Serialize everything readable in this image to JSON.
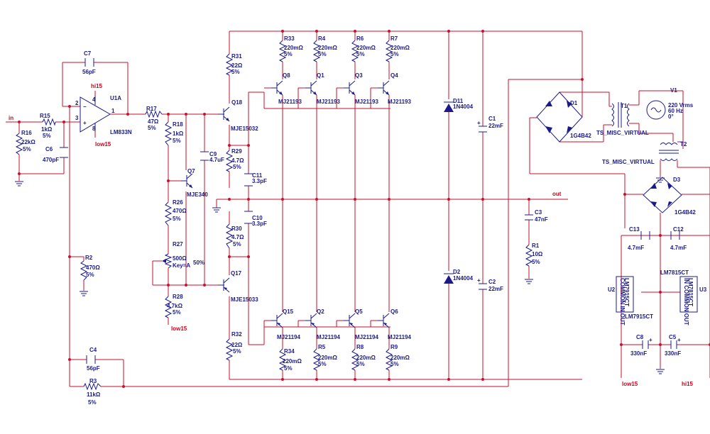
{
  "nets": {
    "in": "in",
    "out": "out",
    "hi15": "hi15",
    "low15": "low15"
  },
  "u1": {
    "ref": "U1A",
    "part": "LM833N",
    "pins": [
      "4",
      "3",
      "2",
      "8",
      "1"
    ]
  },
  "r15": {
    "ref": "R15",
    "value": "1kΩ",
    "tol": "5%"
  },
  "r16": {
    "ref": "R16",
    "value": "22kΩ",
    "tol": "5%"
  },
  "c6": {
    "ref": "C6",
    "value": "470pF"
  },
  "c7": {
    "ref": "C7",
    "value": "56pF"
  },
  "r17": {
    "ref": "R17",
    "value": "47Ω",
    "tol": "5%"
  },
  "r18": {
    "ref": "R18",
    "value": "1kΩ",
    "tol": "5%"
  },
  "q7": {
    "ref": "Q7",
    "part": "MJE340"
  },
  "c9": {
    "ref": "C9",
    "value": "4.7uF"
  },
  "r26": {
    "ref": "R26",
    "value": "470Ω",
    "tol": "5%"
  },
  "r27": {
    "ref": "R27",
    "value": "500Ω",
    "key": "Key=A",
    "pct": "50%"
  },
  "r28": {
    "ref": "R28",
    "value": "4.7kΩ",
    "tol": "5%"
  },
  "r2": {
    "ref": "R2",
    "value": "470Ω",
    "tol": "5%"
  },
  "c4": {
    "ref": "C4",
    "value": "56pF"
  },
  "r3": {
    "ref": "R3",
    "value": "11kΩ",
    "tol": "5%"
  },
  "q18": {
    "ref": "Q18",
    "part": "MJE15032"
  },
  "q17": {
    "ref": "Q17",
    "part": "MJE15033"
  },
  "r31": {
    "ref": "R31",
    "value": "22Ω",
    "tol": "5%"
  },
  "r32": {
    "ref": "R32",
    "value": "22Ω",
    "tol": "5%"
  },
  "r29": {
    "ref": "R29",
    "value": "4.7Ω",
    "tol": "5%"
  },
  "r30": {
    "ref": "R30",
    "value": "4.7Ω",
    "tol": "5%"
  },
  "c11": {
    "ref": "C11",
    "value": "3.3pF"
  },
  "c10": {
    "ref": "C10",
    "value": "3.3pF"
  },
  "top_resistors": [
    {
      "ref": "R33",
      "value": "220mΩ",
      "tol": "5%"
    },
    {
      "ref": "R4",
      "value": "220mΩ",
      "tol": "5%"
    },
    {
      "ref": "R6",
      "value": "220mΩ",
      "tol": "5%"
    },
    {
      "ref": "R7",
      "value": "220mΩ",
      "tol": "5%"
    }
  ],
  "top_transistors": [
    {
      "ref": "Q8",
      "part": "MJ21193"
    },
    {
      "ref": "Q1",
      "part": "MJ21193"
    },
    {
      "ref": "Q3",
      "part": "MJ21193"
    },
    {
      "ref": "Q4",
      "part": "MJ21193"
    }
  ],
  "bottom_transistors": [
    {
      "ref": "Q15",
      "part": "MJ21194"
    },
    {
      "ref": "Q2",
      "part": "MJ21194"
    },
    {
      "ref": "Q5",
      "part": "MJ21194"
    },
    {
      "ref": "Q6",
      "part": "MJ21194"
    }
  ],
  "bottom_resistors": [
    {
      "ref": "R34",
      "value": "220mΩ",
      "tol": "5%"
    },
    {
      "ref": "R5",
      "value": "220mΩ",
      "tol": "5%"
    },
    {
      "ref": "R8",
      "value": "220mΩ",
      "tol": "5%"
    },
    {
      "ref": "R9",
      "value": "220mΩ",
      "tol": "5%"
    }
  ],
  "d11": {
    "ref": "D11",
    "part": "1N4004"
  },
  "d2": {
    "ref": "D2",
    "part": "1N4004"
  },
  "c1": {
    "ref": "C1",
    "value": "22mF"
  },
  "c2": {
    "ref": "C2",
    "value": "22mF"
  },
  "c3": {
    "ref": "C3",
    "value": "47nF"
  },
  "r1": {
    "ref": "R1",
    "value": "10Ω",
    "tol": "5%"
  },
  "d1": {
    "ref": "D1",
    "part": "1G4B42"
  },
  "d3": {
    "ref": "D3",
    "part": "1G4B42"
  },
  "t1": {
    "ref": "T1",
    "part": "TS_MISC_VIRTUAL"
  },
  "t2": {
    "ref": "T2",
    "part": "TS_MISC_VIRTUAL"
  },
  "v1": {
    "ref": "V1",
    "value": "220 Vrms",
    "freq": "60 Hz",
    "phase": "0°"
  },
  "c13": {
    "ref": "C13",
    "value": "4.7mF"
  },
  "c12": {
    "ref": "C12",
    "value": "4.7mF"
  },
  "u2": {
    "ref": "U2",
    "part": "LM7915CT",
    "chip": "LM7915CT",
    "pins": "COMMON IN OUT"
  },
  "u3": {
    "ref": "U3",
    "part": "LM7815CT",
    "chip": "LM7815CT",
    "pins": "IN COMMON OUT"
  },
  "c8": {
    "ref": "C8",
    "value": "330nF"
  },
  "c5": {
    "ref": "C5",
    "value": "330nF"
  },
  "colors": {
    "wire": "#c8102e",
    "component": "#1a1a8c",
    "net_label": "#d3001a"
  }
}
